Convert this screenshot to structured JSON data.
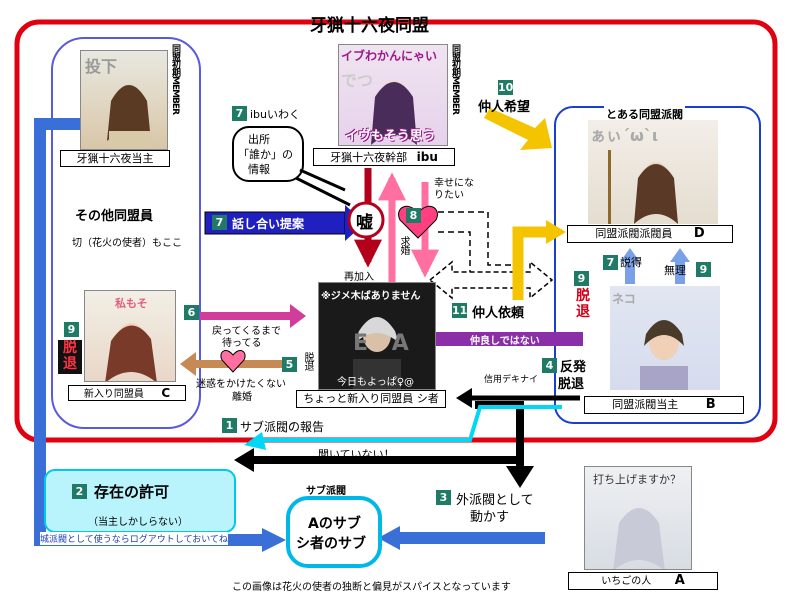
{
  "title": "牙猟十六夜同盟",
  "left_panel": {
    "top_label": "牙猟十六夜当主",
    "member_vertical": "同盟初期MEMBER",
    "others_title": "その他同盟員",
    "others_note": "切（花火の使者）もここ",
    "newbie_label_prefix": "新入り同盟員",
    "newbie_letter": "C",
    "portrait_text_1": "投下",
    "portrait_text_2": "私もそ"
  },
  "executive": {
    "label_prefix": "牙猟十六夜幹部",
    "label_name": "ibu",
    "member_vertical": "同盟初期MEMBER",
    "portrait_top": "イブわかんにゃい",
    "portrait_mid": "でつ",
    "portrait_bottom": "イヴもそう思う"
  },
  "ibu_note": {
    "badge": "7",
    "title": "ibuいわく",
    "bubble_line1": "出所",
    "bubble_line2": "「誰か」の",
    "bubble_line3": "情報"
  },
  "faction": {
    "title": "とある同盟派閥",
    "member_label_prefix": "同盟派閥派閥員",
    "member_letter": "D",
    "leader_label_prefix": "同盟派閥当主",
    "leader_letter": "B",
    "portrait_top": "ぁぃ´ω`ι",
    "portrait_side": "ネコ"
  },
  "shisha": {
    "label": "ちょっと新入り同盟員 シ者",
    "portrait_top": "※ジメ木ばありません",
    "portrait_mid": "E A",
    "portrait_bottom": "今日もよっぱ♀@"
  },
  "ichigo": {
    "label_prefix": "いちごの人",
    "label_letter": "A",
    "portrait_top": "打ち上げますか？"
  },
  "arrows": {
    "talk_badge": "7",
    "talk_text": "話し合い提案",
    "lie": "嘘",
    "rejoin": "再加入",
    "propose": "求婚",
    "happy": "幸せになりたい",
    "heart_badge": "8",
    "mediator_request_badge": "10",
    "mediator_request": "仲人希望",
    "mediator_ask_badge": "11",
    "mediator_ask": "仲人依頼",
    "not_close": "仲良しではない",
    "return_badge": "6",
    "return_text_1": "戻ってくるまで",
    "return_text_2": "待ってる",
    "leave_badge": "5",
    "leave_text": "脱退",
    "sorry_text_1": "迷惑をかけたくない",
    "sorry_text_2": "離婚",
    "persuade_badge": "7",
    "persuade": "説得",
    "impossible": "無理",
    "impossible_badge": "9",
    "withdraw_c_badge": "9",
    "withdraw_c": "脱退",
    "withdraw_d_badge": "9",
    "withdraw_d": "脱退",
    "rebel_badge": "4",
    "rebel": "反発",
    "rebel_leave": "脱退",
    "distrust": "信用デキナイ",
    "report_badge": "1",
    "report": "サブ派閥の報告",
    "not_heard": "聞いていない！",
    "permit_badge": "2",
    "permit": "存在の許可",
    "permit_note": "（当主しかしらない）",
    "city_note": "城派閥として使うならログアウトしておいてね",
    "sub_title": "サブ派閥",
    "sub_line1": "Aのサブ",
    "sub_line2": "シ者のサブ",
    "outside_badge": "3",
    "outside_1": "外派閥として",
    "outside_2": "動かす"
  },
  "footer": "この画像は花火の使者の独断と偏見がスパイスとなっています"
}
